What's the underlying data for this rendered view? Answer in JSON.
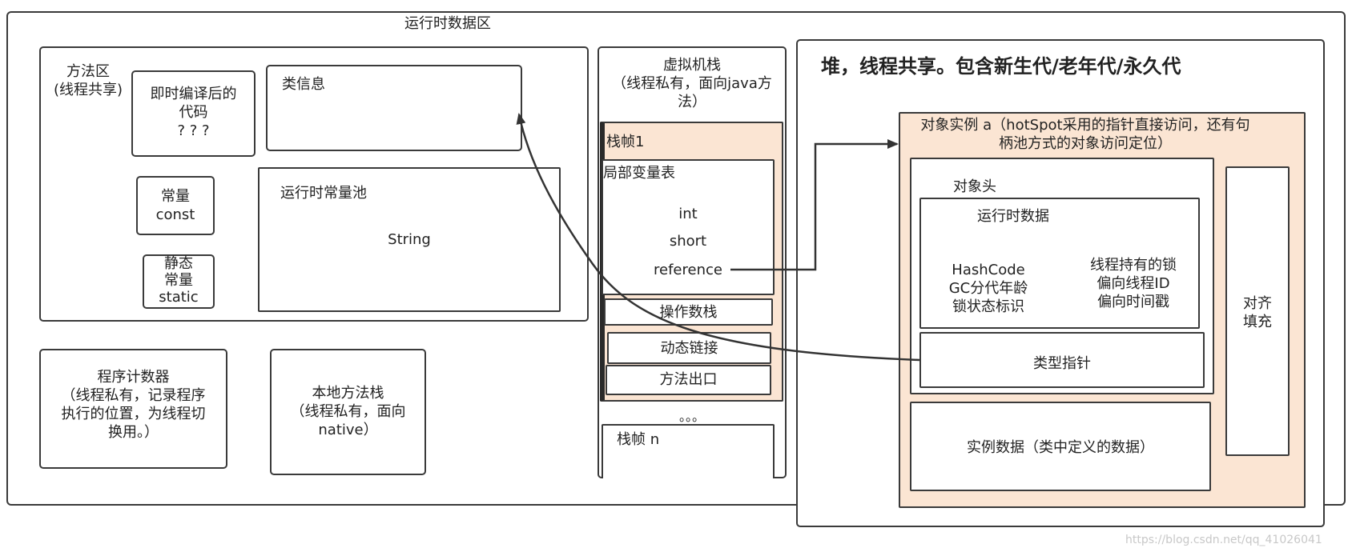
{
  "runtime_area": {
    "title": "运行时数据区"
  },
  "method_area": {
    "title_line1": "方法区",
    "title_line2": "(线程共享)",
    "jit": {
      "line1": "即时编译后的",
      "line2": "代码",
      "line3": "? ? ?"
    },
    "class_info": "类信息",
    "constant": {
      "line1": "常量",
      "line2": "const"
    },
    "static": {
      "line1": "静态",
      "line2": "常量",
      "line3": "static"
    },
    "runtime_pool": {
      "title": "运行时常量池",
      "content": "String"
    }
  },
  "pc_register": {
    "line1": "程序计数器",
    "line2": "（线程私有，记录程序",
    "line3": "执行的位置，为线程切",
    "line4": "换用。）"
  },
  "native_stack": {
    "line1": "本地方法栈",
    "line2": "（线程私有，面向",
    "line3": "native）"
  },
  "vm_stack": {
    "title_line1": "虚拟机栈",
    "title_line2": "（线程私有，面向java方",
    "title_line3": "法）",
    "frame1": "栈帧1",
    "locals": {
      "title": "局部变量表",
      "int": "int",
      "short": "short",
      "reference": "reference"
    },
    "operand_stack": "操作数栈",
    "dynamic_link": "动态链接",
    "method_exit": "方法出口",
    "dots": "。。。",
    "frame_n": "栈帧 n"
  },
  "heap": {
    "title": "堆，线程共享。包含新生代/老年代/永久代",
    "object_line1": "对象实例 a（hotSpot采用的指针直接访问，还有句",
    "object_line2": "柄池方式的对象访问定位）",
    "header": "对象头",
    "runtime_data": "运行时数据",
    "left_col": [
      "HashCode",
      "GC分代年龄",
      "锁状态标识"
    ],
    "right_col": [
      "线程持有的锁",
      "偏向线程ID",
      "偏向时间戳"
    ],
    "type_pointer": "类型指针",
    "instance_data": "实例数据（类中定义的数据）",
    "padding": {
      "line1": "对齐",
      "line2": "填充"
    }
  },
  "watermark": "https://blog.csdn.net/qq_41026041"
}
